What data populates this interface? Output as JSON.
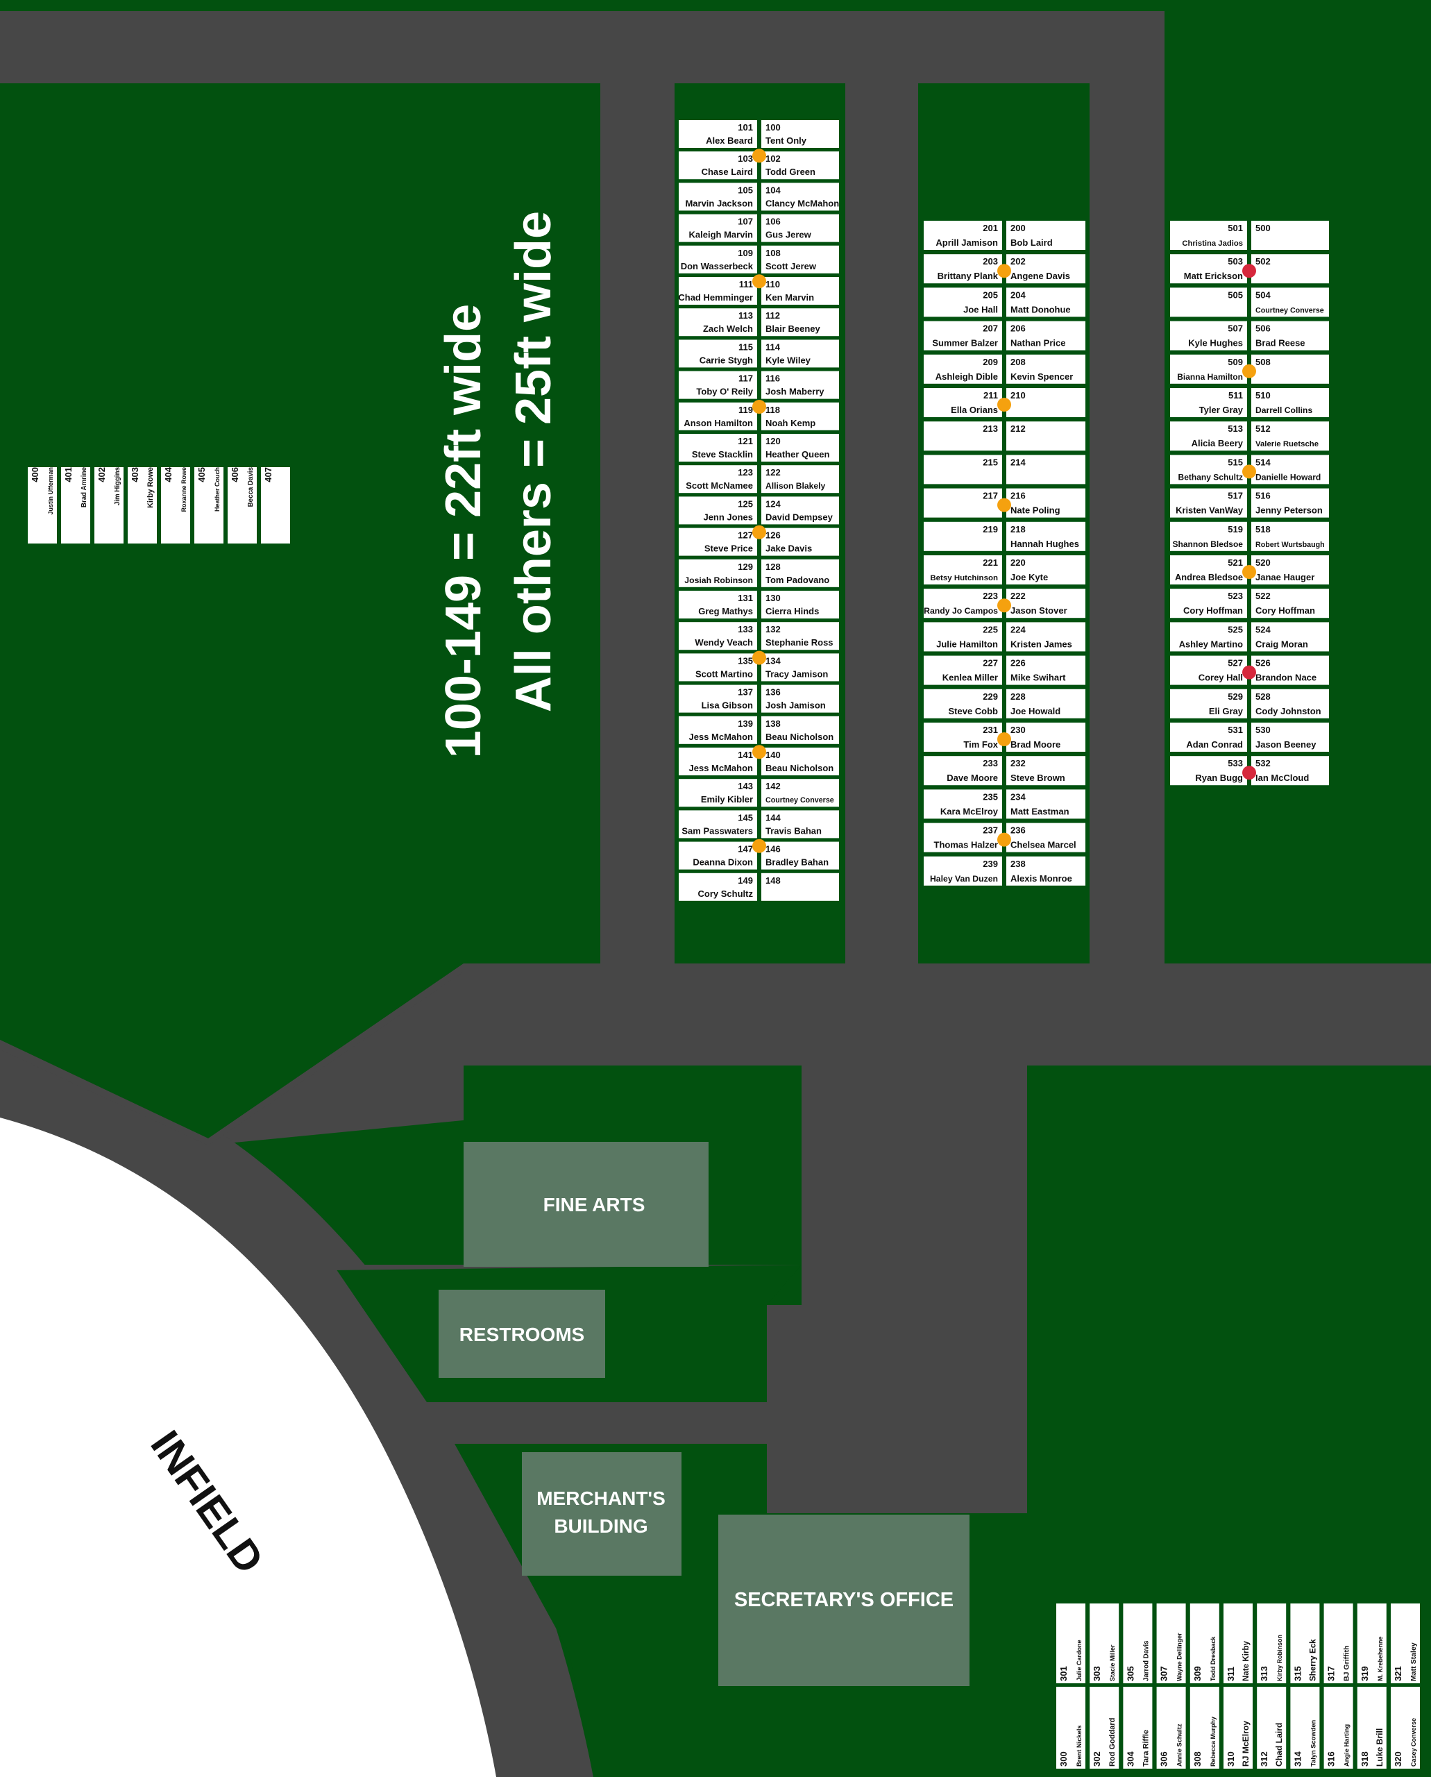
{
  "title_lines": [
    "100-149 = 22ft wide",
    "All others = 25ft wide"
  ],
  "infield_label": "INFIELD",
  "buildings": {
    "fine_arts": "FINE ARTS",
    "restrooms": "RESTROOMS",
    "merchants": [
      "MERCHANT'S",
      "BUILDING"
    ],
    "secretary": "SECRETARY'S OFFICE"
  },
  "colors": {
    "grass": "#02510f",
    "road": "#474747",
    "infield": "#ffffff",
    "building": "#5a7863",
    "lot": "#ffffff",
    "text": "#111111",
    "orange_marker": "#f5a10f",
    "red_marker": "#d6283c"
  },
  "lots_100": [
    {
      "left": {
        "num": "101",
        "name": "Alex Beard"
      },
      "right": {
        "num": "100",
        "name": "Tent Only"
      },
      "marker": "none"
    },
    {
      "left": {
        "num": "103",
        "name": "Chase Laird"
      },
      "right": {
        "num": "102",
        "name": "Todd Green"
      },
      "marker": "none"
    },
    {
      "left": {
        "num": "105",
        "name": "Marvin Jackson"
      },
      "right": {
        "num": "104",
        "name": "Clancy McMahon"
      },
      "marker": "orange"
    },
    {
      "left": {
        "num": "107",
        "name": "Kaleigh Marvin"
      },
      "right": {
        "num": "106",
        "name": "Gus Jerew"
      },
      "marker": "none"
    },
    {
      "left": {
        "num": "109",
        "name": "Don Wasserbeck"
      },
      "right": {
        "num": "108",
        "name": "Scott Jerew"
      },
      "marker": "none"
    },
    {
      "left": {
        "num": "111",
        "name": "Chad Hemminger"
      },
      "right": {
        "num": "110",
        "name": "Ken Marvin"
      },
      "marker": "none"
    },
    {
      "left": {
        "num": "113",
        "name": "Zach Welch"
      },
      "right": {
        "num": "112",
        "name": "Blair Beeney"
      },
      "marker": "orange"
    },
    {
      "left": {
        "num": "115",
        "name": "Carrie Stygh"
      },
      "right": {
        "num": "114",
        "name": "Kyle Wiley"
      },
      "marker": "none"
    },
    {
      "left": {
        "num": "117",
        "name": "Toby O' Reily"
      },
      "right": {
        "num": "116",
        "name": "Josh Maberry"
      },
      "marker": "none"
    },
    {
      "left": {
        "num": "119",
        "name": "Anson Hamilton"
      },
      "right": {
        "num": "118",
        "name": "Noah Kemp"
      },
      "marker": "none"
    },
    {
      "left": {
        "num": "121",
        "name": "Steve Stacklin"
      },
      "right": {
        "num": "120",
        "name": "Heather Queen"
      },
      "marker": "orange"
    },
    {
      "left": {
        "num": "123",
        "name": "Scott McNamee"
      },
      "right": {
        "num": "122",
        "name": "Allison Blakely"
      },
      "marker": "none"
    },
    {
      "left": {
        "num": "125",
        "name": "Jenn Jones"
      },
      "right": {
        "num": "124",
        "name": "David Dempsey"
      },
      "marker": "none"
    },
    {
      "left": {
        "num": "127",
        "name": "Steve Price"
      },
      "right": {
        "num": "126",
        "name": "Jake Davis"
      },
      "marker": "none"
    },
    {
      "left": {
        "num": "129",
        "name": "Josiah Robinson"
      },
      "right": {
        "num": "128",
        "name": "Tom Padovano"
      },
      "marker": "orange"
    },
    {
      "left": {
        "num": "131",
        "name": "Greg Mathys"
      },
      "right": {
        "num": "130",
        "name": "Cierra Hinds"
      },
      "marker": "none"
    },
    {
      "left": {
        "num": "133",
        "name": "Wendy Veach"
      },
      "right": {
        "num": "132",
        "name": "Stephanie Ross"
      },
      "marker": "none"
    },
    {
      "left": {
        "num": "135",
        "name": "Scott Martino"
      },
      "right": {
        "num": "134",
        "name": "Tracy Jamison"
      },
      "marker": "none"
    },
    {
      "left": {
        "num": "137",
        "name": "Lisa Gibson"
      },
      "right": {
        "num": "136",
        "name": "Josh Jamison"
      },
      "marker": "orange"
    },
    {
      "left": {
        "num": "139",
        "name": "Jess McMahon"
      },
      "right": {
        "num": "138",
        "name": "Beau Nicholson"
      },
      "marker": "none"
    },
    {
      "left": {
        "num": "141",
        "name": "Jess McMahon"
      },
      "right": {
        "num": "140",
        "name": "Beau Nicholson"
      },
      "marker": "none"
    },
    {
      "left": {
        "num": "143",
        "name": "Emily Kibler"
      },
      "right": {
        "num": "142",
        "name": "Courtney Converse"
      },
      "marker": "orange"
    },
    {
      "left": {
        "num": "145",
        "name": "Sam Passwaters"
      },
      "right": {
        "num": "144",
        "name": "Travis Bahan"
      },
      "marker": "none"
    },
    {
      "left": {
        "num": "147",
        "name": "Deanna Dixon"
      },
      "right": {
        "num": "146",
        "name": "Bradley Bahan"
      },
      "marker": "none"
    },
    {
      "left": {
        "num": "149",
        "name": "Cory Schultz"
      },
      "right": {
        "num": "148",
        "name": ""
      },
      "marker": "orange"
    }
  ],
  "lots_200": [
    {
      "left": {
        "num": "201",
        "name": "Aprill Jamison"
      },
      "right": {
        "num": "200",
        "name": "Bob Laird"
      },
      "marker": "none"
    },
    {
      "left": {
        "num": "203",
        "name": "Brittany Plank"
      },
      "right": {
        "num": "202",
        "name": "Angene Davis"
      },
      "marker": "orange"
    },
    {
      "left": {
        "num": "205",
        "name": "Joe Hall"
      },
      "right": {
        "num": "204",
        "name": "Matt Donohue"
      },
      "marker": "none"
    },
    {
      "left": {
        "num": "207",
        "name": "Summer Balzer"
      },
      "right": {
        "num": "206",
        "name": "Nathan Price"
      },
      "marker": "none"
    },
    {
      "left": {
        "num": "209",
        "name": "Ashleigh Dible"
      },
      "right": {
        "num": "208",
        "name": "Kevin Spencer"
      },
      "marker": "none"
    },
    {
      "left": {
        "num": "211",
        "name": "Ella Orians"
      },
      "right": {
        "num": "210",
        "name": ""
      },
      "marker": "orange"
    },
    {
      "left": {
        "num": "213",
        "name": ""
      },
      "right": {
        "num": "212",
        "name": ""
      },
      "marker": "none"
    },
    {
      "left": {
        "num": "215",
        "name": ""
      },
      "right": {
        "num": "214",
        "name": ""
      },
      "marker": "none"
    },
    {
      "left": {
        "num": "217",
        "name": ""
      },
      "right": {
        "num": "216",
        "name": "Nate Poling"
      },
      "marker": "orange"
    },
    {
      "left": {
        "num": "219",
        "name": ""
      },
      "right": {
        "num": "218",
        "name": "Hannah Hughes"
      },
      "marker": "none"
    },
    {
      "left": {
        "num": "221",
        "name": "Betsy Hutchinson"
      },
      "right": {
        "num": "220",
        "name": "Joe Kyte"
      },
      "marker": "none"
    },
    {
      "left": {
        "num": "223",
        "name": "Randy Jo Campos"
      },
      "right": {
        "num": "222",
        "name": "Jason Stover"
      },
      "marker": "orange"
    },
    {
      "left": {
        "num": "225",
        "name": "Julie Hamilton"
      },
      "right": {
        "num": "224",
        "name": "Kristen James"
      },
      "marker": "none"
    },
    {
      "left": {
        "num": "227",
        "name": "Kenlea Miller"
      },
      "right": {
        "num": "226",
        "name": "Mike Swihart"
      },
      "marker": "none"
    },
    {
      "left": {
        "num": "229",
        "name": "Steve Cobb"
      },
      "right": {
        "num": "228",
        "name": "Joe Howald"
      },
      "marker": "none"
    },
    {
      "left": {
        "num": "231",
        "name": "Tim Fox"
      },
      "right": {
        "num": "230",
        "name": "Brad Moore"
      },
      "marker": "orange"
    },
    {
      "left": {
        "num": "233",
        "name": "Dave Moore"
      },
      "right": {
        "num": "232",
        "name": "Steve Brown"
      },
      "marker": "none"
    },
    {
      "left": {
        "num": "235",
        "name": "Kara McElroy"
      },
      "right": {
        "num": "234",
        "name": "Matt Eastman"
      },
      "marker": "none"
    },
    {
      "left": {
        "num": "237",
        "name": "Thomas Halzer"
      },
      "right": {
        "num": "236",
        "name": "Chelsea Marcel"
      },
      "marker": "orange"
    },
    {
      "left": {
        "num": "239",
        "name": "Haley Van Duzen"
      },
      "right": {
        "num": "238",
        "name": "Alexis Monroe"
      },
      "marker": "none"
    }
  ],
  "lots_500": [
    {
      "left": {
        "num": "501",
        "name": "Christina Jadios"
      },
      "right": {
        "num": "500",
        "name": ""
      },
      "marker": "none"
    },
    {
      "left": {
        "num": "503",
        "name": "Matt Erickson"
      },
      "right": {
        "num": "502",
        "name": ""
      },
      "marker": "red"
    },
    {
      "left": {
        "num": "505",
        "name": ""
      },
      "right": {
        "num": "504",
        "name": "Courtney Converse"
      },
      "marker": "none"
    },
    {
      "left": {
        "num": "507",
        "name": "Kyle Hughes"
      },
      "right": {
        "num": "506",
        "name": "Brad Reese"
      },
      "marker": "none"
    },
    {
      "left": {
        "num": "509",
        "name": "Bianna Hamilton"
      },
      "right": {
        "num": "508",
        "name": ""
      },
      "marker": "orange"
    },
    {
      "left": {
        "num": "511",
        "name": "Tyler Gray"
      },
      "right": {
        "num": "510",
        "name": "Darrell Collins"
      },
      "marker": "none"
    },
    {
      "left": {
        "num": "513",
        "name": "Alicia Beery"
      },
      "right": {
        "num": "512",
        "name": "Valerie Ruetsche"
      },
      "marker": "none"
    },
    {
      "left": {
        "num": "515",
        "name": "Bethany Schultz"
      },
      "right": {
        "num": "514",
        "name": "Danielle Howard"
      },
      "marker": "orange"
    },
    {
      "left": {
        "num": "517",
        "name": "Kristen VanWay"
      },
      "right": {
        "num": "516",
        "name": "Jenny Peterson"
      },
      "marker": "none"
    },
    {
      "left": {
        "num": "519",
        "name": "Shannon Bledsoe"
      },
      "right": {
        "num": "518",
        "name": "Robert Wurtsbaugh"
      },
      "marker": "none"
    },
    {
      "left": {
        "num": "521",
        "name": "Andrea Bledsoe"
      },
      "right": {
        "num": "520",
        "name": "Janae Hauger"
      },
      "marker": "orange"
    },
    {
      "left": {
        "num": "523",
        "name": "Cory Hoffman"
      },
      "right": {
        "num": "522",
        "name": "Cory Hoffman"
      },
      "marker": "none"
    },
    {
      "left": {
        "num": "525",
        "name": "Ashley Martino"
      },
      "right": {
        "num": "524",
        "name": "Craig Moran"
      },
      "marker": "none"
    },
    {
      "left": {
        "num": "527",
        "name": "Corey Hall"
      },
      "right": {
        "num": "526",
        "name": "Brandon Nace"
      },
      "marker": "red"
    },
    {
      "left": {
        "num": "529",
        "name": "Eli Gray"
      },
      "right": {
        "num": "528",
        "name": "Cody Johnston"
      },
      "marker": "none"
    },
    {
      "left": {
        "num": "531",
        "name": "Adan Conrad"
      },
      "right": {
        "num": "530",
        "name": "Jason Beeney"
      },
      "marker": "none"
    },
    {
      "left": {
        "num": "533",
        "name": "Ryan Bugg"
      },
      "right": {
        "num": "532",
        "name": "Ian McCloud"
      },
      "marker": "red"
    }
  ],
  "lots_400": [
    {
      "num": "400",
      "name": "Justin Ufferman"
    },
    {
      "num": "401",
      "name": "Brad Amrine"
    },
    {
      "num": "402",
      "name": "Jim Higgins"
    },
    {
      "num": "403",
      "name": "Kirby Rowe"
    },
    {
      "num": "404",
      "name": "Roxanne Rowe"
    },
    {
      "num": "405",
      "name": "Heather Couch"
    },
    {
      "num": "406",
      "name": "Becca Davis"
    },
    {
      "num": "407",
      "name": ""
    }
  ],
  "lots_300_top": [
    {
      "num": "301",
      "name": "Julie Cardone"
    },
    {
      "num": "303",
      "name": "Stacie Miller"
    },
    {
      "num": "305",
      "name": "Jarrod Davis"
    },
    {
      "num": "307",
      "name": "Wayne Dellinger"
    },
    {
      "num": "309",
      "name": "Todd Dresback"
    },
    {
      "num": "311",
      "name": "Nate Kirby"
    },
    {
      "num": "313",
      "name": "Kirby Robinson"
    },
    {
      "num": "315",
      "name": "Sherry Eck"
    },
    {
      "num": "317",
      "name": "BJ Griffith"
    },
    {
      "num": "319",
      "name": "M. Krebehenne"
    },
    {
      "num": "321",
      "name": "Matt Staley"
    }
  ],
  "lots_300_bottom": [
    {
      "num": "300",
      "name": "Brent Nickels"
    },
    {
      "num": "302",
      "name": "Rod Goddard"
    },
    {
      "num": "304",
      "name": "Tara Riffle"
    },
    {
      "num": "306",
      "name": "Annie Schultz"
    },
    {
      "num": "308",
      "name": "Rebecca Murphy"
    },
    {
      "num": "310",
      "name": "RJ McElroy"
    },
    {
      "num": "312",
      "name": "Chad Laird"
    },
    {
      "num": "314",
      "name": "Talyn Scowden"
    },
    {
      "num": "316",
      "name": "Angie Harting"
    },
    {
      "num": "318",
      "name": "Luke Brill"
    },
    {
      "num": "320",
      "name": "Casey Converse"
    }
  ]
}
